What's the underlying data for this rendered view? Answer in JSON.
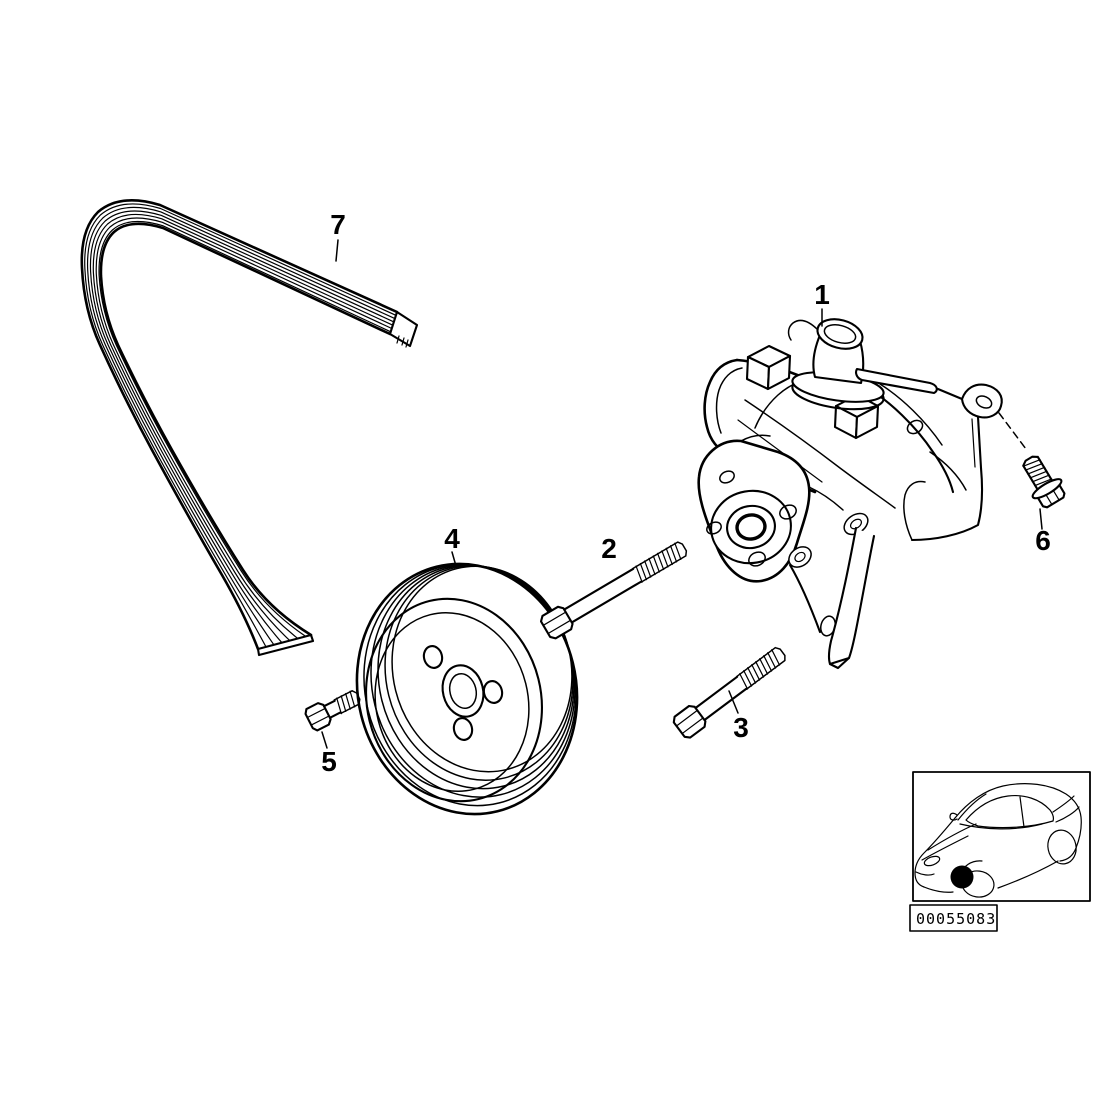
{
  "document": {
    "type": "exploded-parts-diagram",
    "background": "#ffffff",
    "line_color": "#000000"
  },
  "callouts": [
    {
      "label": "1"
    },
    {
      "label": "2"
    },
    {
      "label": "3"
    },
    {
      "label": "4"
    },
    {
      "label": "5"
    },
    {
      "label": "6"
    },
    {
      "label": "7"
    }
  ],
  "inset": {
    "image_code": "00055083"
  }
}
